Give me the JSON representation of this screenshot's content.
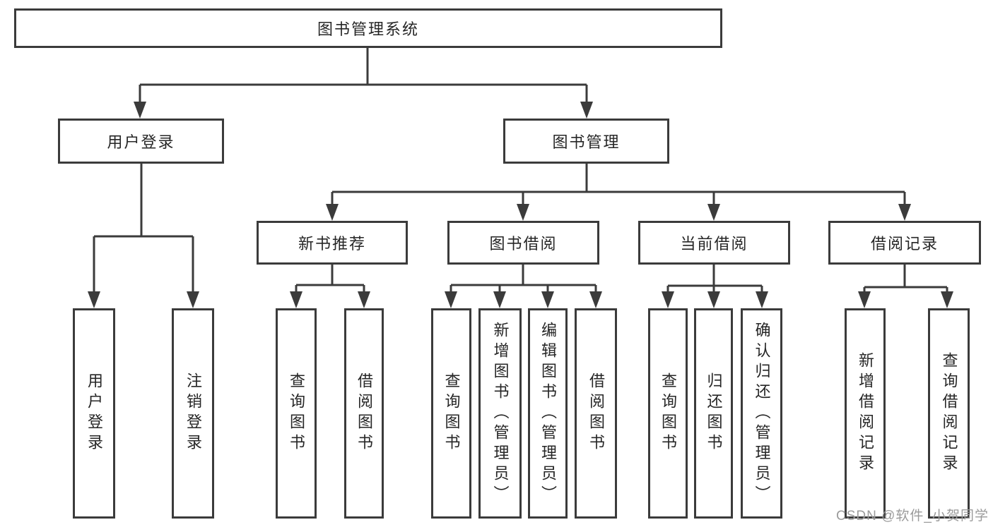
{
  "diagram": {
    "root": {
      "label": "图书管理系统",
      "children": [
        {
          "label": "用户登录",
          "children": [
            {
              "label": "用户登录"
            },
            {
              "label": "注销登录"
            }
          ]
        },
        {
          "label": "图书管理",
          "children": [
            {
              "label": "新书推荐",
              "children": [
                {
                  "label": "查询图书"
                },
                {
                  "label": "借阅图书"
                }
              ]
            },
            {
              "label": "图书借阅",
              "children": [
                {
                  "label": "查询图书"
                },
                {
                  "label": "新增图书（管理员）"
                },
                {
                  "label": "编辑图书（管理员）"
                },
                {
                  "label": "借阅图书"
                }
              ]
            },
            {
              "label": "当前借阅",
              "children": [
                {
                  "label": "查询图书"
                },
                {
                  "label": "归还图书"
                },
                {
                  "label": "确认归还（管理员）"
                }
              ]
            },
            {
              "label": "借阅记录",
              "children": [
                {
                  "label": "新增借阅记录"
                },
                {
                  "label": "查询借阅记录"
                }
              ]
            }
          ]
        }
      ]
    }
  },
  "watermark": {
    "text": "CSDN @软件_小贺同学"
  },
  "colors": {
    "line": "#3b3b3b",
    "text": "#262626",
    "background": "#ffffff",
    "watermark": "#9b9b9b"
  }
}
